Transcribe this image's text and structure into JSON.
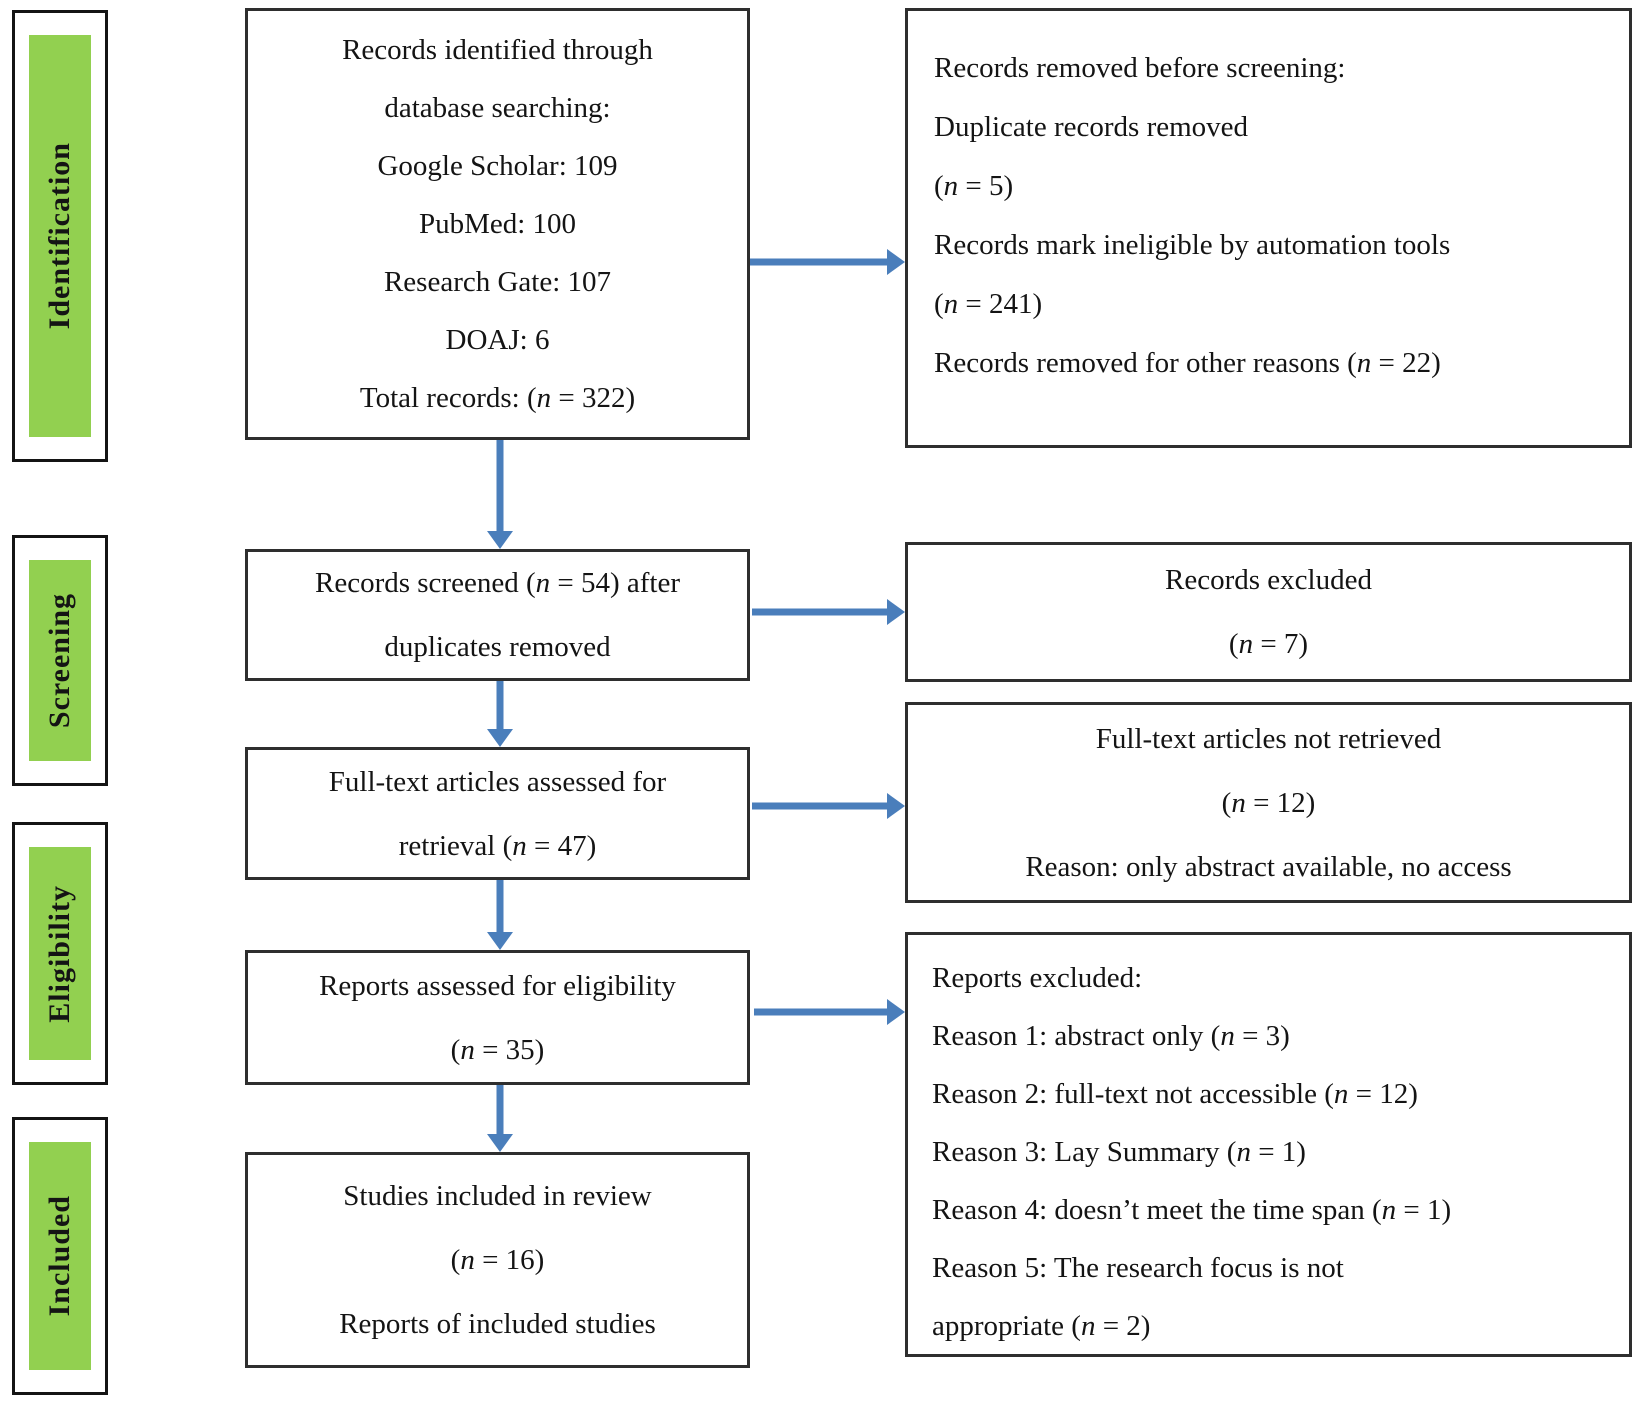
{
  "palette": {
    "green": "#92D050",
    "arrow": "#4A7EBB",
    "border": "#2e2e2e"
  },
  "sidebar": {
    "items": [
      {
        "id": "identification",
        "label": "Identification"
      },
      {
        "id": "screening",
        "label": "Screening"
      },
      {
        "id": "eligibility",
        "label": "Eligibility"
      },
      {
        "id": "included",
        "label": "Included"
      }
    ]
  },
  "boxes": {
    "identified": {
      "lines": [
        "Records identified through",
        "database searching:",
        "Google Scholar: 109",
        "PubMed: 100",
        "Research Gate: 107",
        "DOAJ: 6",
        "Total records: (n = 322)"
      ]
    },
    "removed_before_screening": {
      "lines": [
        "Records removed before screening:",
        "Duplicate records removed",
        "(n = 5)",
        "Records mark ineligible by automation tools",
        "(n = 241)",
        "Records removed for other reasons (n = 22)"
      ]
    },
    "screened": {
      "lines": [
        "Records screened (n = 54) after",
        "duplicates removed"
      ]
    },
    "records_excluded": {
      "lines": [
        "Records excluded",
        "(n = 7)"
      ]
    },
    "fulltext_assessed": {
      "lines": [
        "Full-text articles assessed for",
        "retrieval (n = 47)"
      ]
    },
    "fulltext_not_retrieved": {
      "lines": [
        "Full-text articles not retrieved",
        "(n = 12)",
        "Reason: only abstract available, no access"
      ]
    },
    "reports_assessed": {
      "lines": [
        "Reports assessed for eligibility",
        "(n = 35)"
      ]
    },
    "reports_excluded": {
      "lines": [
        "Reports excluded:",
        "Reason 1: abstract only (n = 3)",
        "Reason 2: full-text not accessible (n = 12)",
        "Reason 3: Lay Summary (n = 1)",
        "Reason 4: doesn’t meet the time span (n = 1)",
        "Reason 5: The research focus is not",
        "appropriate (n = 2)"
      ]
    },
    "included_studies": {
      "lines": [
        "Studies included in review",
        "(n = 16)",
        "Reports of included studies"
      ]
    }
  }
}
